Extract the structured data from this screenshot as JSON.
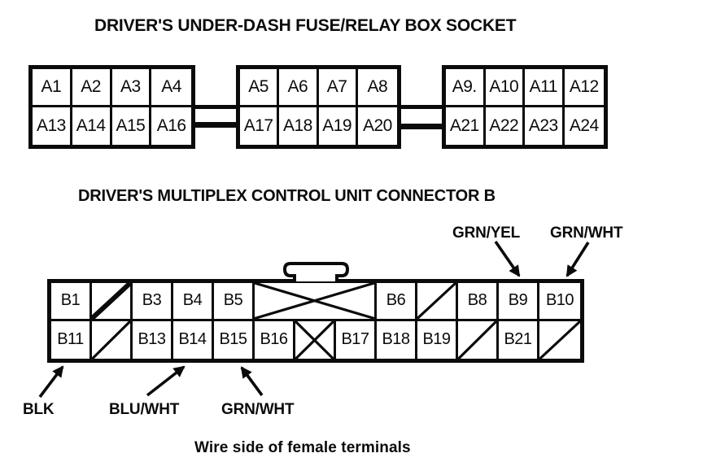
{
  "page": {
    "title_fuse_box": "DRIVER'S UNDER-DASH FUSE/RELAY BOX SOCKET",
    "title_connector": "DRIVER'S MULTIPLEX CONTROL UNIT CONNECTOR B",
    "caption": "Wire side of female terminals",
    "ink_color": "#0b0b0b",
    "background_color": "#ffffff"
  },
  "fuse_box": {
    "blocks": [
      {
        "row_top": [
          "A1",
          "A2",
          "A3",
          "A4"
        ],
        "row_bottom": [
          "A13",
          "A14",
          "A15",
          "A16"
        ]
      },
      {
        "row_top": [
          "A5",
          "A6",
          "A7",
          "A8"
        ],
        "row_bottom": [
          "A17",
          "A18",
          "A19",
          "A20"
        ]
      },
      {
        "row_top": [
          "A9.",
          "A10",
          "A11",
          "A12"
        ],
        "row_bottom": [
          "A21",
          "A22",
          "A23",
          "A24"
        ]
      }
    ]
  },
  "connector_b": {
    "top_row": [
      {
        "label": "B1"
      },
      {
        "type": "blocked-diagonal"
      },
      {
        "label": "B3"
      },
      {
        "label": "B4"
      },
      {
        "label": "B5"
      },
      {
        "type": "blocked-x",
        "span": 3
      },
      {
        "label": "B6"
      },
      {
        "type": "blocked-diagonal"
      },
      {
        "label": "B8"
      },
      {
        "label": "B9"
      },
      {
        "label": "B10"
      }
    ],
    "bottom_row": [
      {
        "label": "B11"
      },
      {
        "type": "blocked-diagonal"
      },
      {
        "label": "B13"
      },
      {
        "label": "B14"
      },
      {
        "label": "B15"
      },
      {
        "label": "B16"
      },
      {
        "type": "blocked-x"
      },
      {
        "label": "B17"
      },
      {
        "label": "B18"
      },
      {
        "label": "B19"
      },
      {
        "type": "blocked-diagonal"
      },
      {
        "label": "B21"
      },
      {
        "type": "blocked-diagonal"
      }
    ],
    "wire_callouts_top": [
      {
        "label": "GRN/YEL",
        "points_to": "B9"
      },
      {
        "label": "GRN/WHT",
        "points_to": "B10"
      }
    ],
    "wire_callouts_bottom": [
      {
        "label": "BLK",
        "points_to": "B11"
      },
      {
        "label": "BLU/WHT",
        "points_to": "B14"
      },
      {
        "label": "GRN/WHT",
        "points_to": "B15"
      }
    ]
  }
}
